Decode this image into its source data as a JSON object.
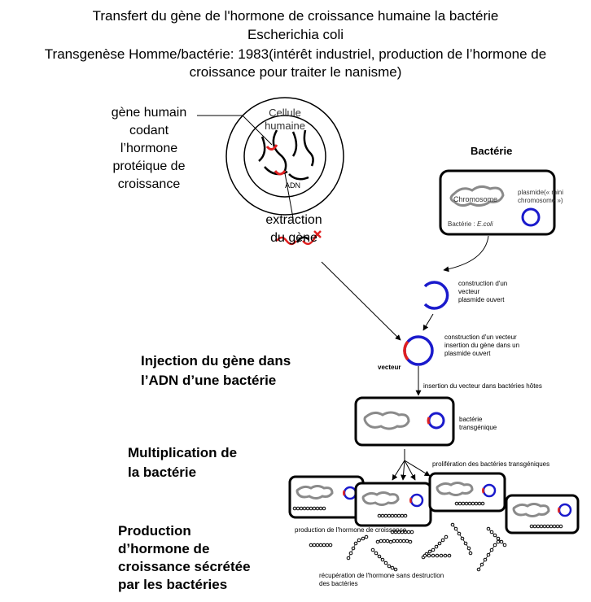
{
  "title": {
    "line1": "Transfert du gène de l'hormone de croissance humaine  la bactérie",
    "line2": "Escherichia coli",
    "line3": "Transgenèse Homme/bactérie: 1983(intérêt industriel, production de l’hormone de",
    "line4": "croissance pour traiter le nanisme)"
  },
  "cell": {
    "label_line1": "Cellule",
    "label_line2": "humaine",
    "adn": "ADN"
  },
  "gene_label": [
    "gène humain",
    "codant",
    "l’hormone",
    "protéique de",
    "croissance"
  ],
  "extraction": [
    "extraction",
    "du gène"
  ],
  "bacteria": {
    "heading": "Bactérie",
    "chromosome": "Chromosome",
    "plasmid": [
      "plasmide(« mini",
      "chromosome »)"
    ],
    "species_prefix": "Bactérie : ",
    "species": "E.coli"
  },
  "vector": {
    "construction_open": [
      "construction d'un",
      "vecteur",
      "plasmide ouvert"
    ],
    "construction_insert": [
      "construction d'un vecteur",
      "insertion du gène dans un",
      "plasmide ouvert"
    ],
    "label": "vecteur",
    "insertion_hosts": "insertion du vecteur dans bactéries hôtes"
  },
  "transgenic": [
    "bactérie",
    "transgénique"
  ],
  "proliferation": "prolifération des bactéries transgéniques",
  "production_label": "production de l'hormone de croissance",
  "recovery": [
    "récupération de l'hormone sans destruction",
    "des bactéries"
  ],
  "steps": {
    "injection": [
      "Injection du gène dans",
      "l’ADN d’une bactérie"
    ],
    "multiplication": [
      "Multiplication de",
      "la bactérie"
    ],
    "production": [
      "Production",
      "d’hormone de",
      "croissance sécrétée",
      "par les bactéries"
    ]
  },
  "colors": {
    "plasmid": "#1a1acc",
    "gene": "#e02020",
    "chromosome": "#8a8a8a"
  }
}
